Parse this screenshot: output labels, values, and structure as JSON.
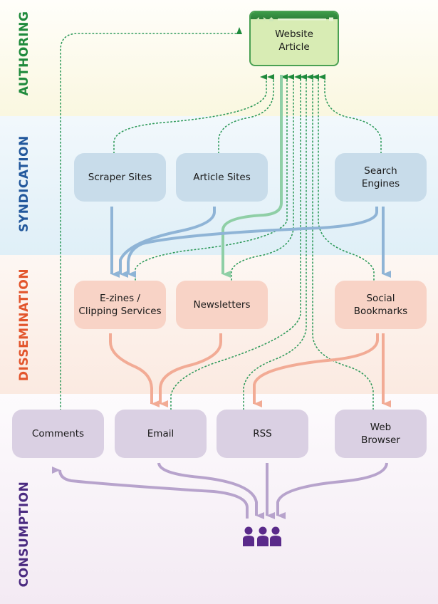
{
  "bands": {
    "authoring": "AUTHORING",
    "syndication": "SYNDICATION",
    "dissemination": "DISSEMINATION",
    "consumption": "CONSUMPTION"
  },
  "authoring": {
    "website_article": "Website Article",
    "website_article_line1": "Website",
    "website_article_line2": "Article"
  },
  "syndication": {
    "scraper_sites": "Scraper Sites",
    "article_sites": "Article Sites",
    "search_engines_line1": "Search",
    "search_engines_line2": "Engines"
  },
  "dissemination": {
    "ezines_line1": "E-zines /",
    "ezines_line2": "Clipping Services",
    "newsletters": "Newsletters",
    "social_line1": "Social",
    "social_line2": "Bookmarks"
  },
  "consumption": {
    "comments": "Comments",
    "email": "Email",
    "rss": "RSS",
    "web_browser_line1": "Web",
    "web_browser_line2": "Browser",
    "audience_icon": "people-group-icon"
  },
  "colors": {
    "authoring": "#1f8a3c",
    "syndication": "#22589c",
    "dissemination": "#e2552c",
    "consumption": "#4a2a80",
    "dotted_green": "#2e9a5a",
    "blue_arrow": "#8fb4d6",
    "green_arrow": "#8fcfa6",
    "pink_arrow": "#f2ab95",
    "purple_arrow": "#b7a3cc"
  }
}
